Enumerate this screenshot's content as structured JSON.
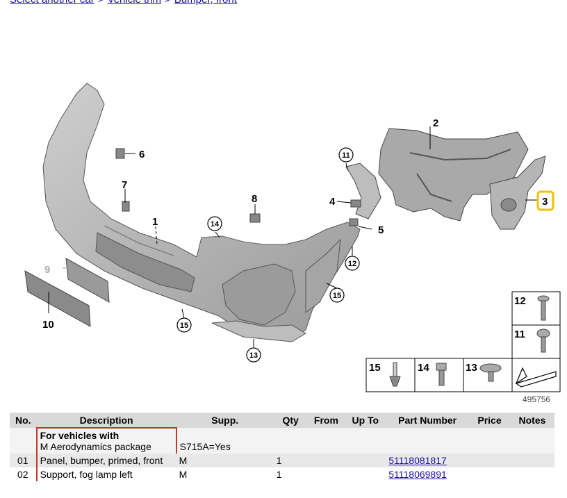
{
  "breadcrumb": {
    "items": [
      "Select another car",
      "Vehicle trim",
      "Bumper, front"
    ],
    "separator": ">"
  },
  "diagram": {
    "callouts": {
      "c1": "1",
      "c2": "2",
      "c3": "3",
      "c4": "4",
      "c5": "5",
      "c6": "6",
      "c7": "7",
      "c8": "8",
      "c9": "9",
      "c10": "10",
      "c11": "11",
      "c12": "12",
      "c13": "13",
      "c14": "14",
      "c15": "15"
    },
    "legend": {
      "l12": "12",
      "l11": "11",
      "l15": "15",
      "l14": "14",
      "l13": "13"
    },
    "highlight_color": "#f2c200",
    "ref_code": "495756"
  },
  "table": {
    "headers": {
      "no": "No.",
      "description": "Description",
      "supp": "Supp.",
      "qty": "Qty",
      "from": "From",
      "up_to": "Up To",
      "part_number": "Part Number",
      "price": "Price",
      "notes": "Notes"
    },
    "group": {
      "title": "For vehicles with",
      "subtitle": "M Aerodynamics package",
      "supp": "S715A=Yes"
    },
    "rows": [
      {
        "no": "01",
        "description": "Panel, bumper, primed, front",
        "supp": "M",
        "qty": "1",
        "part_number": "51118081817"
      },
      {
        "no": "02",
        "description": "Support, fog lamp left",
        "supp": "M",
        "qty": "1",
        "part_number": "51118069891"
      }
    ]
  }
}
